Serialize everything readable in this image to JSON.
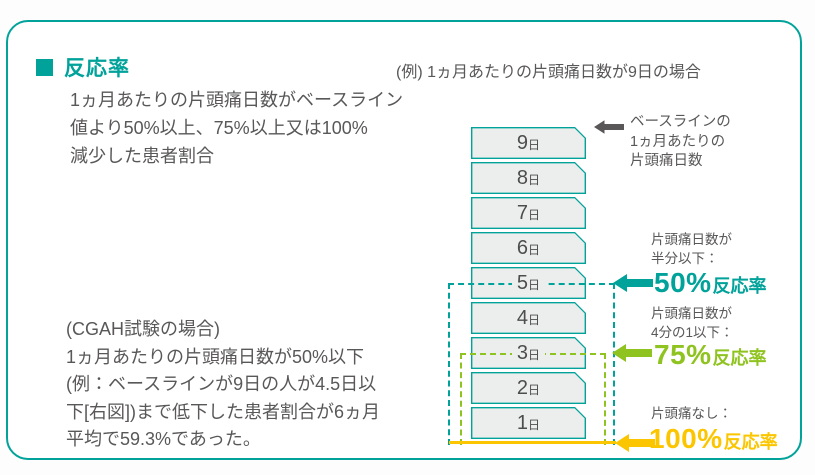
{
  "header": {
    "title": "反応率"
  },
  "definition": {
    "lines": [
      "1ヵ月あたりの片頭痛日数がベースライン",
      "値より50%以上、75%以上又は100%",
      "減少した患者割合"
    ]
  },
  "cgah": {
    "lines": [
      "(CGAH試験の場合)",
      "1ヵ月あたりの片頭痛日数が50%以下",
      "(例：ベースラインが9日の人が4.5日以",
      "下[右図])まで低下した患者割合が6ヵ月",
      "平均で59.3%であった。"
    ]
  },
  "example": {
    "title": "(例) 1ヵ月あたりの片頭痛日数が9日の場合"
  },
  "diagram": {
    "days": [
      {
        "num": "9",
        "unit": "日"
      },
      {
        "num": "8",
        "unit": "日"
      },
      {
        "num": "7",
        "unit": "日"
      },
      {
        "num": "6",
        "unit": "日"
      },
      {
        "num": "5",
        "unit": "日"
      },
      {
        "num": "4",
        "unit": "日"
      },
      {
        "num": "3",
        "unit": "日"
      },
      {
        "num": "2",
        "unit": "日"
      },
      {
        "num": "1",
        "unit": "日"
      }
    ],
    "baseline_label": {
      "line1": "ベースラインの",
      "line2": "1ヵ月あたりの",
      "line3": "片頭痛日数"
    },
    "resp50": {
      "desc1": "片頭痛日数が",
      "desc2": "半分以下：",
      "value": "50%",
      "suffix": "反応率"
    },
    "resp75": {
      "desc1": "片頭痛日数が",
      "desc2": "4分の1以下：",
      "value": "75%",
      "suffix": "反応率"
    },
    "resp100": {
      "desc1": "片頭痛なし：",
      "value": "100%",
      "suffix": "反応率"
    }
  },
  "colors": {
    "teal": "#00a29a",
    "green": "#8fc31f",
    "yellow": "#fbc600",
    "gray": "#595757",
    "box_fill": "#eceeed"
  }
}
